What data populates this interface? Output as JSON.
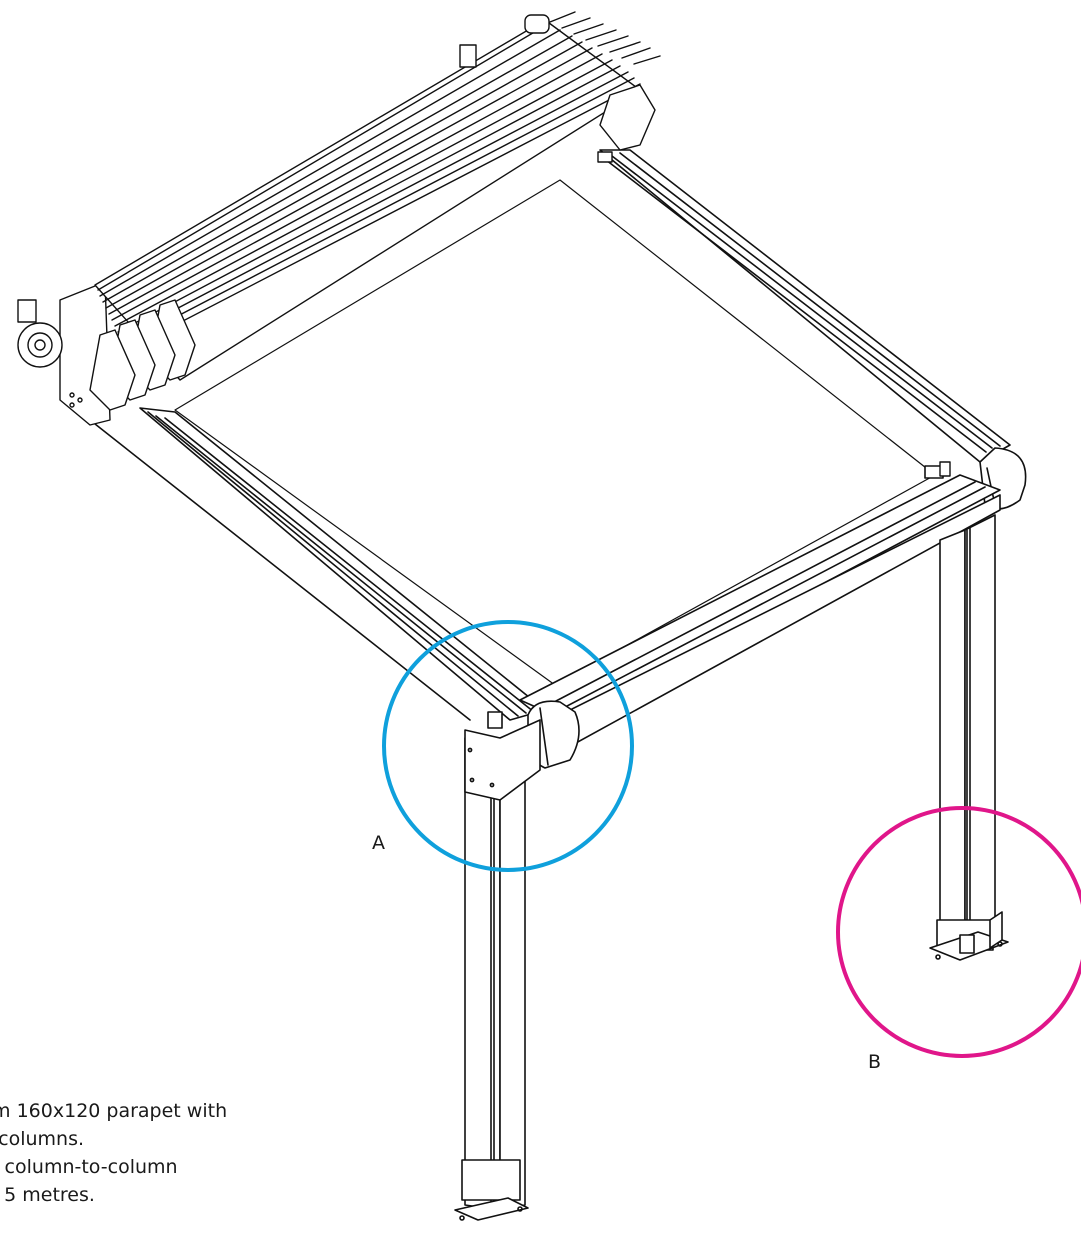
{
  "callouts": {
    "a": {
      "label": "A",
      "color": "#0fa0dc"
    },
    "b": {
      "label": "B",
      "color": "#e0168a"
    }
  },
  "notes": {
    "line1": "um 160x120 parapet with",
    "line2": "0 columns.",
    "line3": "m column-to-column",
    "line4": "e: 5 metres."
  },
  "line_color": "#111111"
}
